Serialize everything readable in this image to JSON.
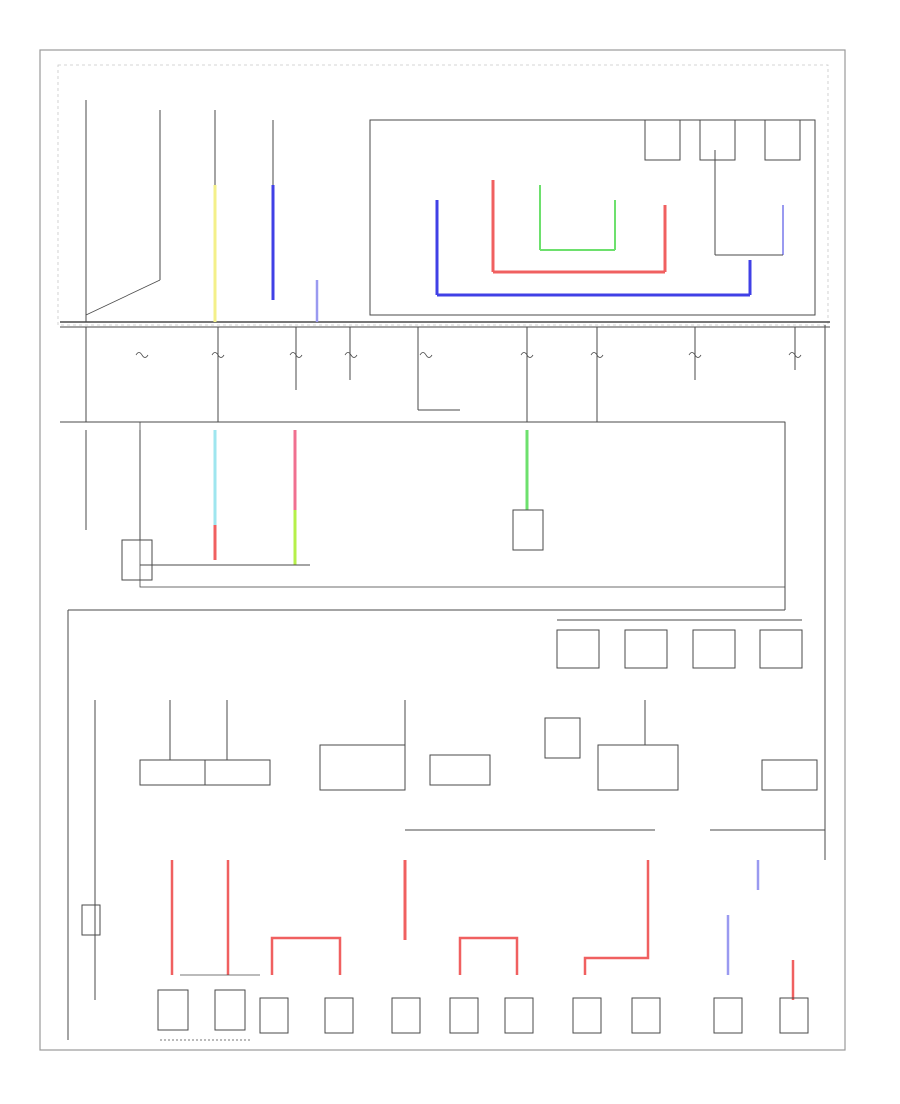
{
  "colors": {
    "line": "#4a4a4a",
    "frame": "#9a9a9a",
    "yellow": "#f4f08a",
    "blue": "#4040e6",
    "red": "#f06060",
    "green": "#6de06d",
    "cyan": "#9fe6ef",
    "pink": "#f07090",
    "lime": "#b6f04a",
    "lightblue": "#9a9af0"
  },
  "wires": [
    {
      "id": "w-yellow-main",
      "color": "yellow"
    },
    {
      "id": "w-blue-left",
      "color": "blue"
    },
    {
      "id": "w-blue-long",
      "color": "blue"
    },
    {
      "id": "w-red-loop",
      "color": "red"
    },
    {
      "id": "w-green-loop",
      "color": "green"
    },
    {
      "id": "w-red-short",
      "color": "red"
    },
    {
      "id": "w-lightblue-right",
      "color": "lightblue"
    },
    {
      "id": "w-cyan",
      "color": "cyan"
    },
    {
      "id": "w-pink",
      "color": "pink"
    },
    {
      "id": "w-lime",
      "color": "lime"
    },
    {
      "id": "w-green-mid",
      "color": "green"
    },
    {
      "id": "w-red-b1",
      "color": "red"
    },
    {
      "id": "w-red-b2",
      "color": "red"
    },
    {
      "id": "w-red-b3",
      "color": "red"
    },
    {
      "id": "w-red-b4",
      "color": "red"
    },
    {
      "id": "w-red-b5",
      "color": "red"
    },
    {
      "id": "w-red-b6",
      "color": "red"
    },
    {
      "id": "w-blue-b7",
      "color": "lightblue"
    },
    {
      "id": "w-red-b8",
      "color": "red"
    }
  ]
}
